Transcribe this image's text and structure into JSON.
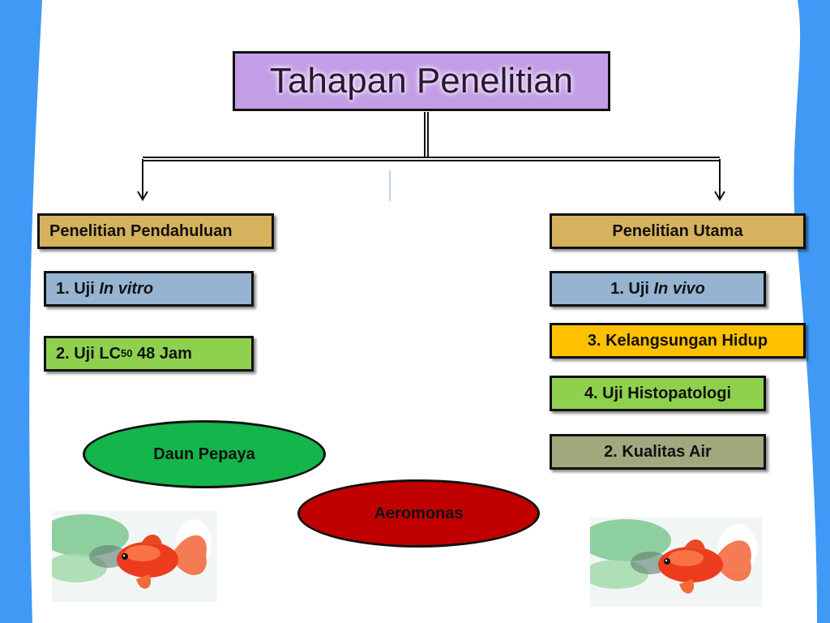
{
  "title": "Tahapan Penelitian",
  "left_branch": {
    "header": "Penelitian Pendahuluan",
    "item1": {
      "prefix": "1. Uji ",
      "italic": "In vitro"
    },
    "item2": {
      "prefix": "2. Uji LC",
      "sub": "50",
      "suffix": " 48 Jam"
    }
  },
  "right_branch": {
    "header": "Penelitian Utama",
    "item1": {
      "prefix": "1. Uji ",
      "italic": "In vivo"
    },
    "item3": "3. Kelangsungan Hidup",
    "item4": "4. Uji Histopatologi",
    "item2": "2. Kualitas Air"
  },
  "ellipses": {
    "daun_pepaya": "Daun Pepaya",
    "aeromonas": "Aeromonas"
  },
  "colors": {
    "frame": "#3f99f5",
    "title_bg": "#c39de6",
    "header_bg": "#d6b25e",
    "blue_box": "#96b4d2",
    "green_box": "#8fd14f",
    "yellow_box": "#ffc000",
    "khaki_box": "#a3a77e",
    "green_ellipse": "#14b54b",
    "red_ellipse": "#c00000"
  }
}
